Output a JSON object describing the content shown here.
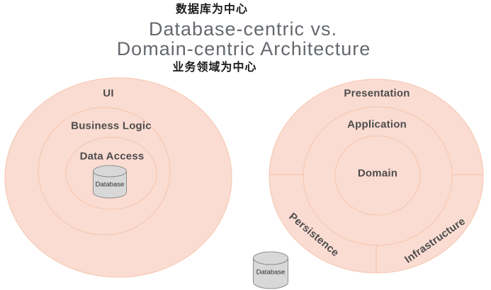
{
  "header": {
    "label_zh_database_centric": "数据库为中心",
    "title_line1": "Database-centric vs.",
    "title_line2": "Domain-centric Architecture",
    "label_zh_domain_centric": "业务领域为中心"
  },
  "left_diagram": {
    "name": "Database-centric architecture",
    "database_icon": "cylinder",
    "rings": [
      {
        "label": "UI"
      },
      {
        "label": "Business Logic"
      },
      {
        "label": "Data Access"
      }
    ],
    "database_label": "Database"
  },
  "right_diagram": {
    "name": "Domain-centric architecture",
    "database_icon": "cylinder",
    "rings": [
      {
        "label": "Presentation"
      },
      {
        "label": "Application"
      },
      {
        "label": "Domain"
      }
    ],
    "outer_ring_segments": [
      {
        "label": "Persistence"
      },
      {
        "label": "Infrastructure"
      }
    ],
    "database_label": "Database"
  },
  "colors": {
    "ring_fill": "#fbdcd2",
    "ring_stroke": "#f5c5ad",
    "layer_text": "#4d4d4d",
    "title_text": "#65696e",
    "zh_text": "#1a1a1a",
    "cylinder_fill": "#d8d8d8",
    "cylinder_stroke": "#8f8f8f"
  }
}
